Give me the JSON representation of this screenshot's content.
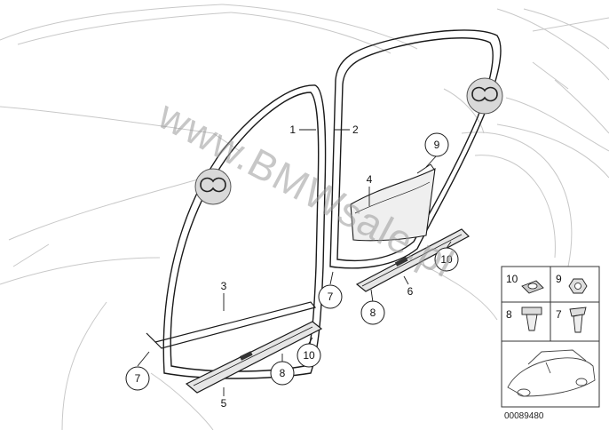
{
  "diagram": {
    "callouts": [
      {
        "id": "c1",
        "label": "1"
      },
      {
        "id": "c2",
        "label": "2"
      },
      {
        "id": "c3",
        "label": "3"
      },
      {
        "id": "c4",
        "label": "4"
      },
      {
        "id": "c5",
        "label": "5"
      },
      {
        "id": "c6",
        "label": "6"
      },
      {
        "id": "c7a",
        "label": "7"
      },
      {
        "id": "c7b",
        "label": "7"
      },
      {
        "id": "c8a",
        "label": "8"
      },
      {
        "id": "c8b",
        "label": "8"
      },
      {
        "id": "c9",
        "label": "9"
      },
      {
        "id": "c10a",
        "label": "10"
      },
      {
        "id": "c10b",
        "label": "10"
      }
    ],
    "legend": [
      {
        "label": "10"
      },
      {
        "label": "9"
      },
      {
        "label": "8"
      },
      {
        "label": "7"
      }
    ],
    "watermark": "www.BMWsale.pl",
    "reference_code": "00089480"
  }
}
